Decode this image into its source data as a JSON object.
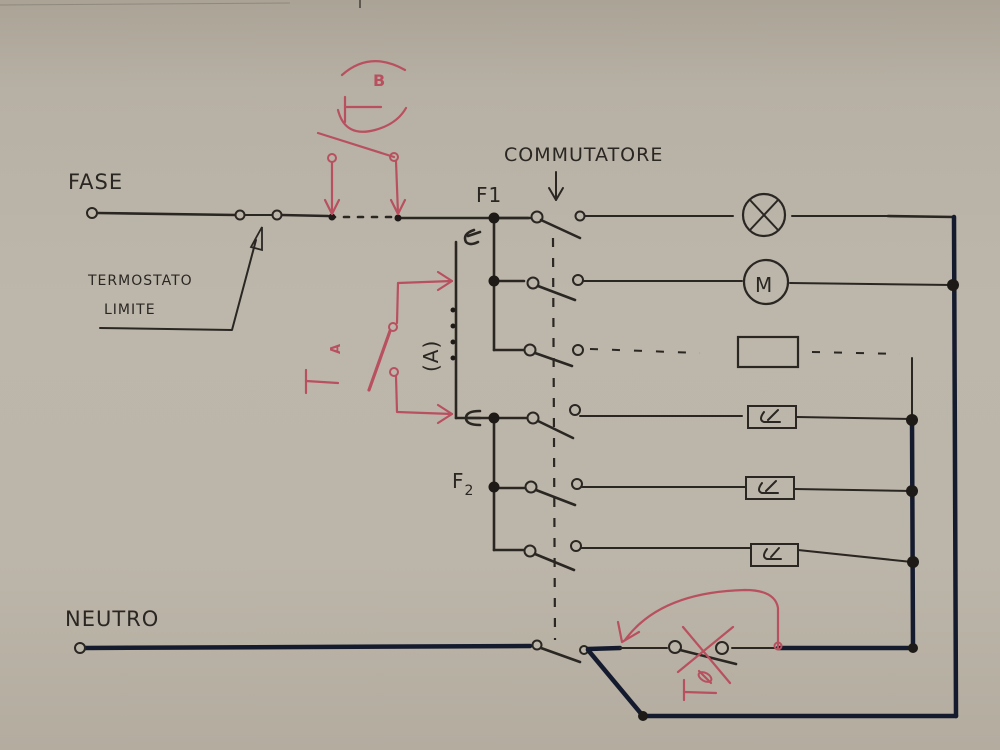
{
  "title": "Hand-drawn wiring diagram: commutatore (rotary selector switch) with thermostats",
  "labels": {
    "fase": "FASE",
    "neutro": "NEUTRO",
    "termostato_limite_line1": "TERMOSTATO",
    "termostato_limite_line2": "LIMITE",
    "commutatore": "COMMUTATORE",
    "f1": "F1",
    "f2_letter": "F",
    "f2_sub": "2",
    "a_bridge": "(A)",
    "ta_letter": "T",
    "ta_sub": "A",
    "tb_letter": "T",
    "tb_sub": "B",
    "td_letter": "T",
    "td_sub": "Ø"
  },
  "loads": [
    {
      "symbol": "lamp",
      "glyph": "⊗",
      "label": ""
    },
    {
      "symbol": "motor",
      "glyph": "M",
      "label": "M"
    },
    {
      "symbol": "empty-box",
      "glyph": "",
      "label": ""
    },
    {
      "symbol": "heating-element",
      "glyph": "↙",
      "label": ""
    },
    {
      "symbol": "heating-element",
      "glyph": "↙",
      "label": ""
    },
    {
      "symbol": "heating-element",
      "glyph": "↙",
      "label": ""
    }
  ],
  "colors": {
    "ink": "#2a2622",
    "neutral_ink": "#151b2e",
    "red_annotation": "#b8505f",
    "paper": "#bcb5a9"
  }
}
